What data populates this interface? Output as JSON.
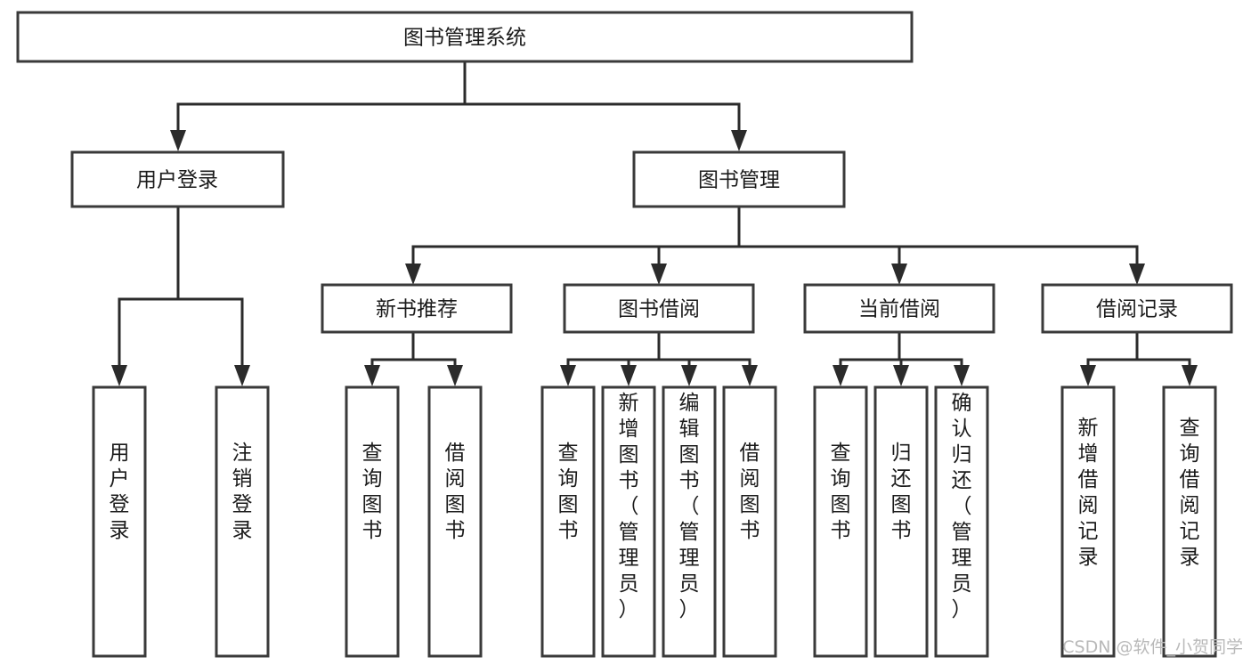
{
  "diagram": {
    "title": "图书管理系统",
    "type": "hierarchy-tree",
    "root": {
      "id": "root",
      "label": "图书管理系统"
    },
    "level2": [
      {
        "id": "user-login",
        "label": "用户登录"
      },
      {
        "id": "book-manage",
        "label": "图书管理"
      }
    ],
    "level3": [
      {
        "id": "new-book-rec",
        "label": "新书推荐",
        "parent": "book-manage"
      },
      {
        "id": "book-borrow",
        "label": "图书借阅",
        "parent": "book-manage"
      },
      {
        "id": "current-borrow",
        "label": "当前借阅",
        "parent": "book-manage"
      },
      {
        "id": "borrow-record",
        "label": "借阅记录",
        "parent": "book-manage"
      }
    ],
    "leaves": [
      {
        "id": "leaf-user-login",
        "label": "用户登录",
        "parent": "user-login"
      },
      {
        "id": "leaf-logout",
        "label": "注销登录",
        "parent": "user-login"
      },
      {
        "id": "leaf-query-book-1",
        "label": "查询图书",
        "parent": "new-book-rec"
      },
      {
        "id": "leaf-borrow-book-1",
        "label": "借阅图书",
        "parent": "new-book-rec"
      },
      {
        "id": "leaf-query-book-2",
        "label": "查询图书",
        "parent": "book-borrow"
      },
      {
        "id": "leaf-add-book",
        "label": "新增图书（管理员）",
        "parent": "book-borrow"
      },
      {
        "id": "leaf-edit-book",
        "label": "编辑图书（管理员）",
        "parent": "book-borrow"
      },
      {
        "id": "leaf-borrow-book-2",
        "label": "借阅图书",
        "parent": "book-borrow"
      },
      {
        "id": "leaf-query-book-3",
        "label": "查询图书",
        "parent": "current-borrow"
      },
      {
        "id": "leaf-return-book",
        "label": "归还图书",
        "parent": "current-borrow"
      },
      {
        "id": "leaf-confirm-return",
        "label": "确认归还（管理员）",
        "parent": "current-borrow"
      },
      {
        "id": "leaf-add-record",
        "label": "新增借阅记录",
        "parent": "borrow-record"
      },
      {
        "id": "leaf-query-record",
        "label": "查询借阅记录",
        "parent": "borrow-record"
      }
    ]
  },
  "watermark": {
    "text": "CSDN @软件_小贺同学"
  },
  "colors": {
    "box_stroke": "#3a3a3a",
    "line": "#2b2b2b",
    "text": "#1b1b1b",
    "background": "#ffffff",
    "watermark": "#b9b9b9"
  }
}
